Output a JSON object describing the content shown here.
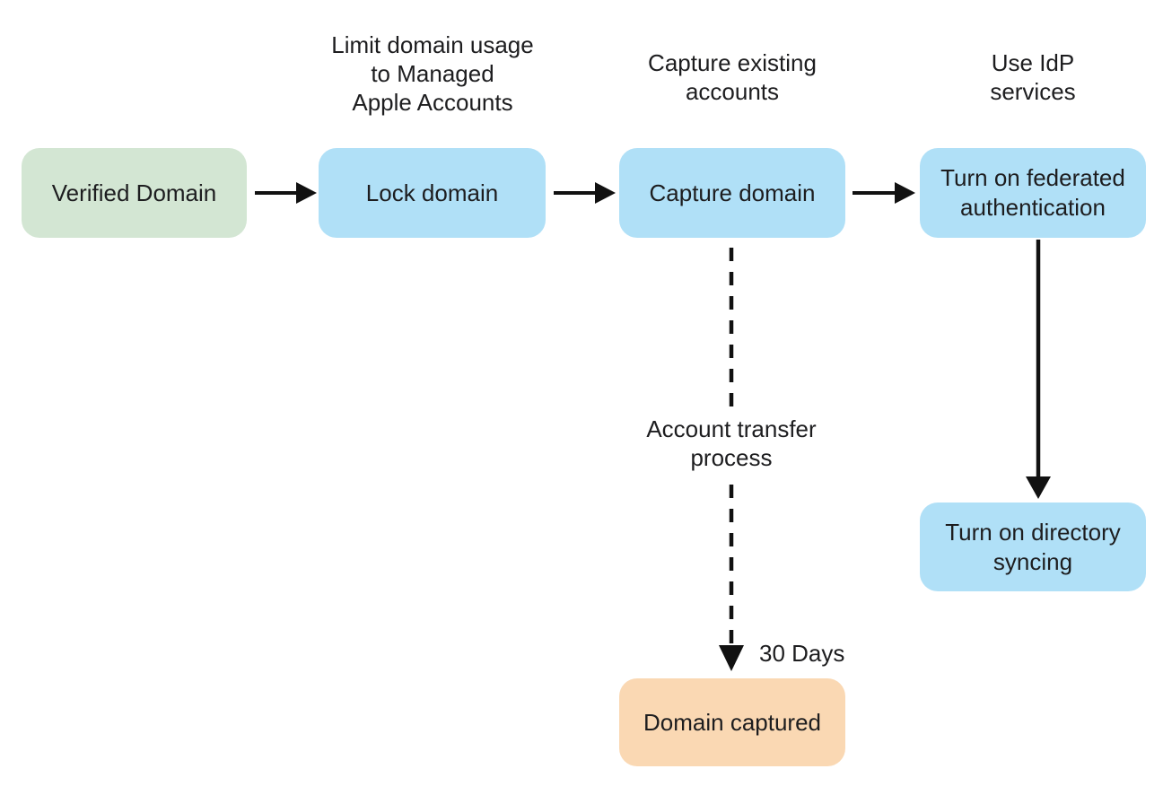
{
  "diagram": {
    "background_color": "#ffffff",
    "text_color": "#1d1d1f",
    "arrow_color": "#111111",
    "nodes": [
      {
        "id": "verified-domain",
        "label": "Verified Domain",
        "fill": "#d3e6d3",
        "role": "start"
      },
      {
        "id": "lock-domain",
        "label": "Lock domain",
        "fill": "#b0e0f7",
        "role": "step"
      },
      {
        "id": "capture-domain",
        "label": "Capture domain",
        "fill": "#b0e0f7",
        "role": "step"
      },
      {
        "id": "federated-authentication",
        "label": "Turn on federated authentication",
        "fill": "#b0e0f7",
        "role": "step"
      },
      {
        "id": "directory-syncing",
        "label": "Turn on directory syncing",
        "fill": "#b0e0f7",
        "role": "step"
      },
      {
        "id": "domain-captured",
        "label": "Domain captured",
        "fill": "#fad8b3",
        "role": "result"
      }
    ],
    "annotations": {
      "lock_note": {
        "lines": [
          "Limit domain usage",
          "to Managed",
          "Apple Accounts"
        ]
      },
      "capture_note": {
        "lines": [
          "Capture existing",
          "accounts"
        ]
      },
      "idp_note": {
        "lines": [
          "Use IdP",
          "services"
        ]
      },
      "transfer_note": {
        "lines": [
          "Account transfer",
          "process"
        ]
      },
      "duration_note": "30 Days"
    },
    "edges": [
      {
        "from": "verified-domain",
        "to": "lock-domain",
        "style": "solid"
      },
      {
        "from": "lock-domain",
        "to": "capture-domain",
        "style": "solid"
      },
      {
        "from": "capture-domain",
        "to": "federated-authentication",
        "style": "solid"
      },
      {
        "from": "federated-authentication",
        "to": "directory-syncing",
        "style": "solid"
      },
      {
        "from": "capture-domain",
        "to": "domain-captured",
        "style": "dashed",
        "label": "Account transfer process",
        "duration": "30 Days"
      }
    ]
  }
}
